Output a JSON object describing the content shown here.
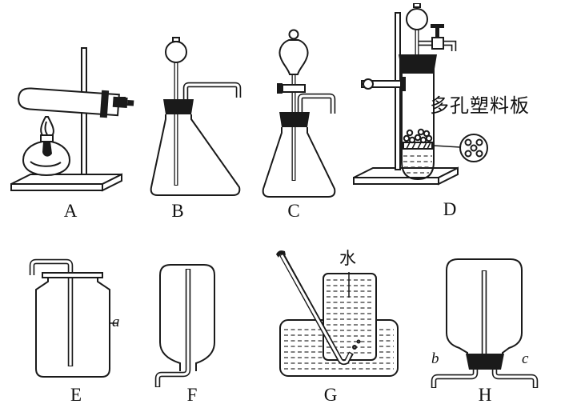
{
  "labels": {
    "A": "A",
    "B": "B",
    "C": "C",
    "D": "D",
    "E": "E",
    "F": "F",
    "G": "G",
    "H": "H"
  },
  "annotations": {
    "porous_plate": "多孔塑料板",
    "water": "水",
    "port_a": "a",
    "port_b": "b",
    "port_c": "c"
  },
  "colors": {
    "ink": "#1a1a1a",
    "background": "#ffffff"
  }
}
